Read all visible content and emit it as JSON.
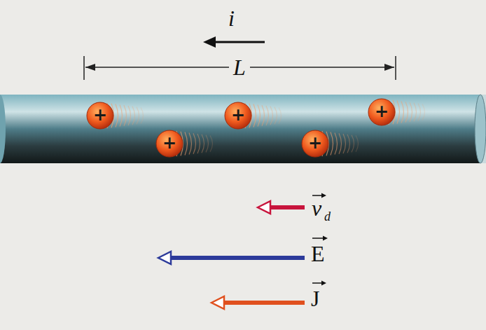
{
  "diagram": {
    "nodes": [
      {
        "text": [
          "+"
        ]
      },
      {
        "text": [
          "+"
        ]
      },
      {
        "text": [
          "+"
        ]
      },
      {
        "text": [
          "+"
        ]
      },
      {
        "text": [
          "+"
        ]
      }
    ],
    "labels": [
      "i",
      "L",
      "v",
      "d",
      "E",
      "J"
    ]
  }
}
